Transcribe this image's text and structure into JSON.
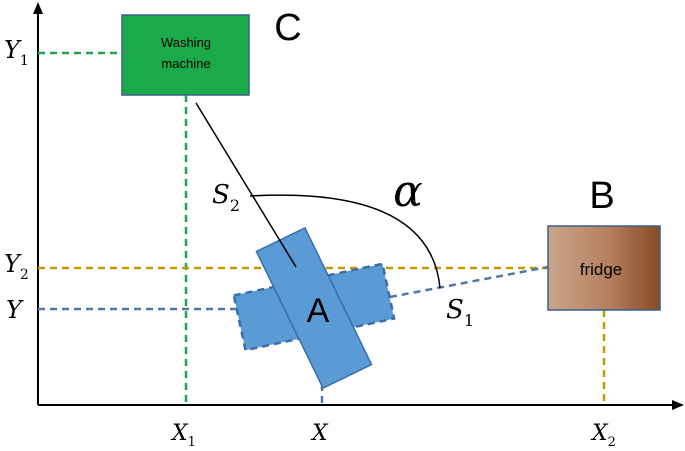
{
  "colors": {
    "axis": "#000000",
    "green_dash": "#1aa64b",
    "gold_dash": "#c49a00",
    "blue_dash": "#4f78a6",
    "washer_fill": "#1aaa4a",
    "washer_stroke": "#3a5f8a",
    "robot_fill": "#5b9bd5",
    "robot_stroke": "#3a6ea5",
    "fridge_left": "#c9a48a",
    "fridge_right": "#8a4a25"
  },
  "axes": {
    "y1": {
      "letter": "Y",
      "sub": "1"
    },
    "y2": {
      "letter": "Y",
      "sub": "2"
    },
    "y": {
      "letter": "Y",
      "sub": ""
    },
    "x1": {
      "letter": "X",
      "sub": "1"
    },
    "x": {
      "letter": "X",
      "sub": ""
    },
    "x2": {
      "letter": "X",
      "sub": "2"
    }
  },
  "nodes": {
    "washer": {
      "label_line1": "Washing",
      "label_line2": "machine",
      "letter": "C"
    },
    "fridge": {
      "label": "fridge",
      "letter": "B"
    },
    "robot": {
      "letter": "A"
    }
  },
  "distances": {
    "s1": {
      "letter": "S",
      "sub": "1"
    },
    "s2": {
      "letter": "S",
      "sub": "2"
    }
  },
  "angle": {
    "symbol": "α"
  }
}
